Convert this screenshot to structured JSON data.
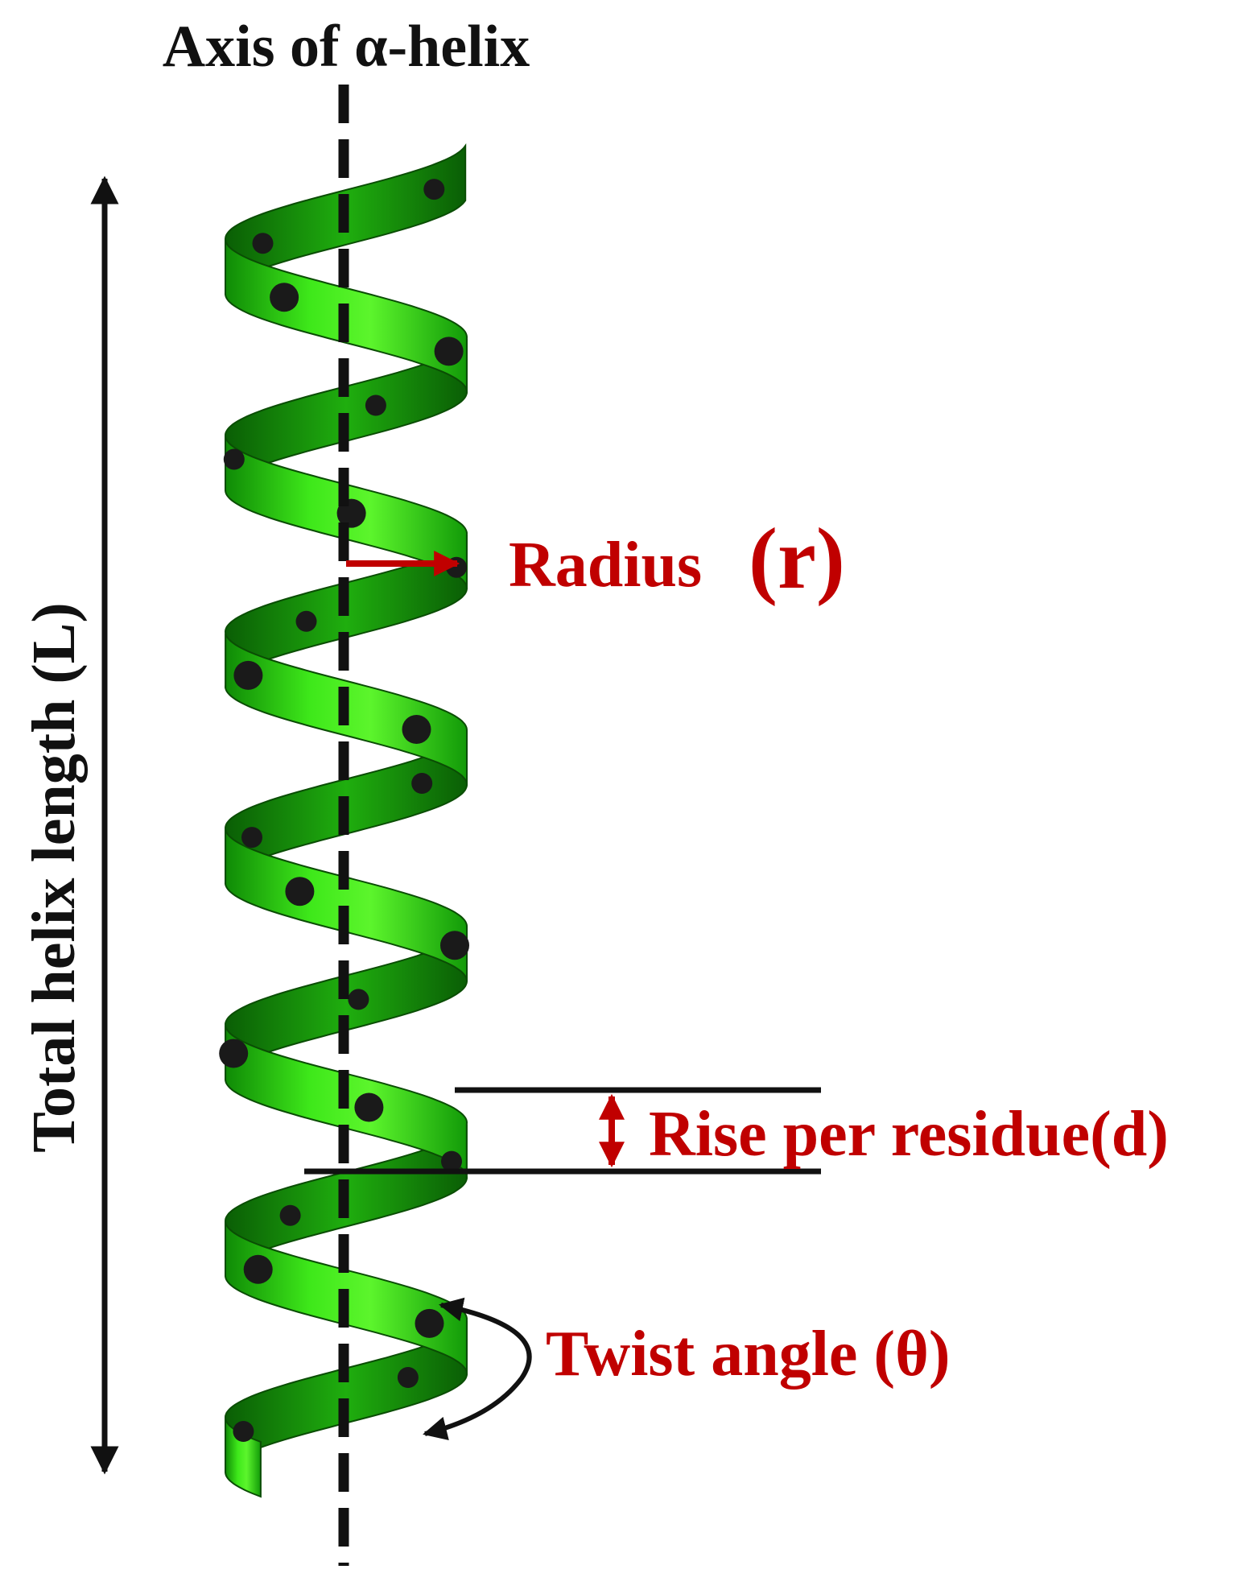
{
  "labels": {
    "axis_title": "Axis of α-helix",
    "total_length": "Total helix length (L)",
    "radius": "Radius",
    "radius_symbol": "(r)",
    "rise": "Rise per residue(d)",
    "twist": "Twist angle (θ)"
  },
  "colors": {
    "ribbon": "#33dd11",
    "ribbon_dark": "#0f7a08",
    "annotation_red": "#c00000",
    "text_black": "#111111"
  }
}
